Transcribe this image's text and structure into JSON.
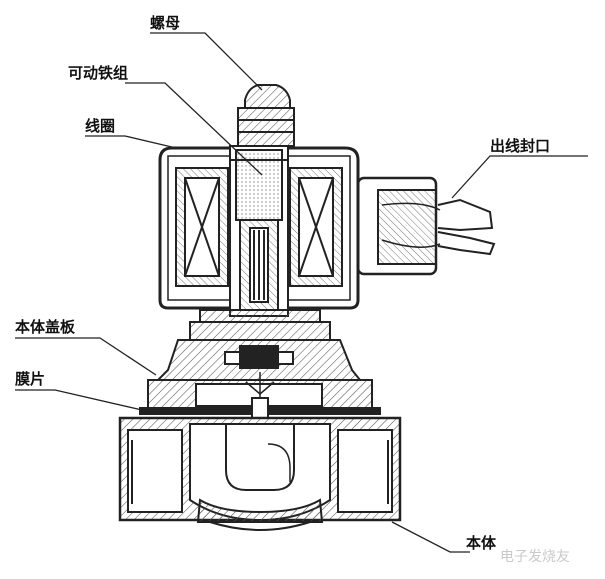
{
  "labels": {
    "nut": "螺母",
    "movable_core": "可动铁组",
    "coil": "线圈",
    "cable_seal": "出线封口",
    "body_cover": "本体盖板",
    "diaphragm": "膜片",
    "valve_body": "本体"
  },
  "watermark": "电子发烧友",
  "colors": {
    "line": "#222222",
    "hatch": "#555555",
    "background": "#ffffff"
  }
}
